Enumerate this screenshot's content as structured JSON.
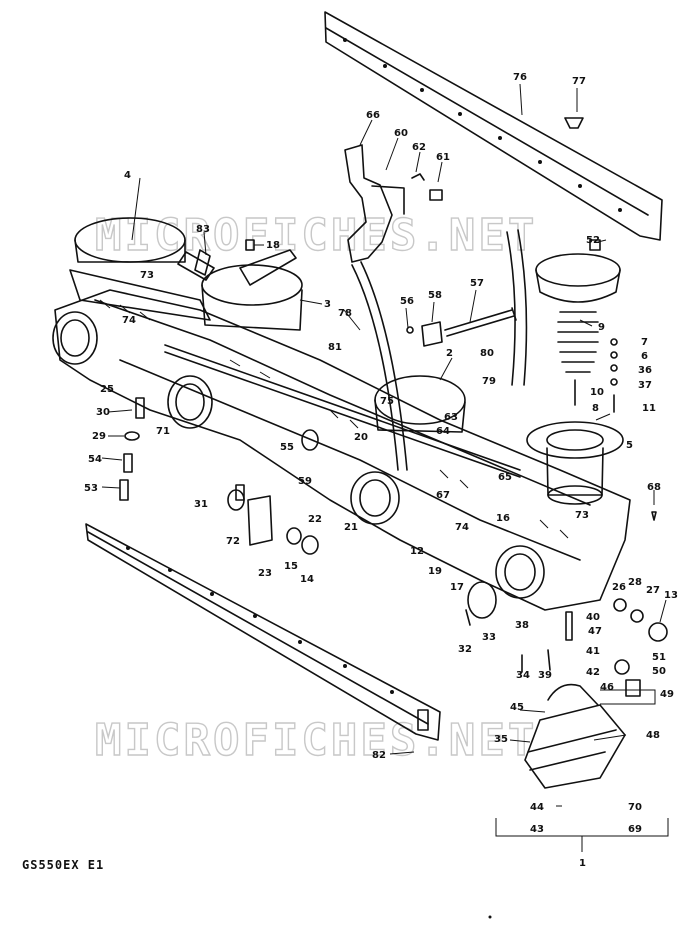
{
  "watermark": "MICROFICHES.NET",
  "model_code": "GS550EX E1",
  "part_labels": [
    "1",
    "2",
    "3",
    "4",
    "5",
    "6",
    "7",
    "8",
    "9",
    "10",
    "11",
    "12",
    "13",
    "14",
    "15",
    "16",
    "17",
    "18",
    "19",
    "20",
    "21",
    "22",
    "23",
    "25",
    "26",
    "27",
    "28",
    "29",
    "30",
    "31",
    "32",
    "33",
    "34",
    "35",
    "36",
    "37",
    "38",
    "39",
    "40",
    "41",
    "42",
    "43",
    "44",
    "45",
    "46",
    "47",
    "48",
    "49",
    "50",
    "51",
    "52",
    "53",
    "54",
    "55",
    "56",
    "57",
    "58",
    "59",
    "60",
    "61",
    "62",
    "63",
    "64",
    "65",
    "66",
    "67",
    "68",
    "69",
    "70",
    "71",
    "72",
    "73",
    "74",
    "75",
    "76",
    "77",
    "78",
    "79",
    "80",
    "81",
    "82",
    "83"
  ]
}
